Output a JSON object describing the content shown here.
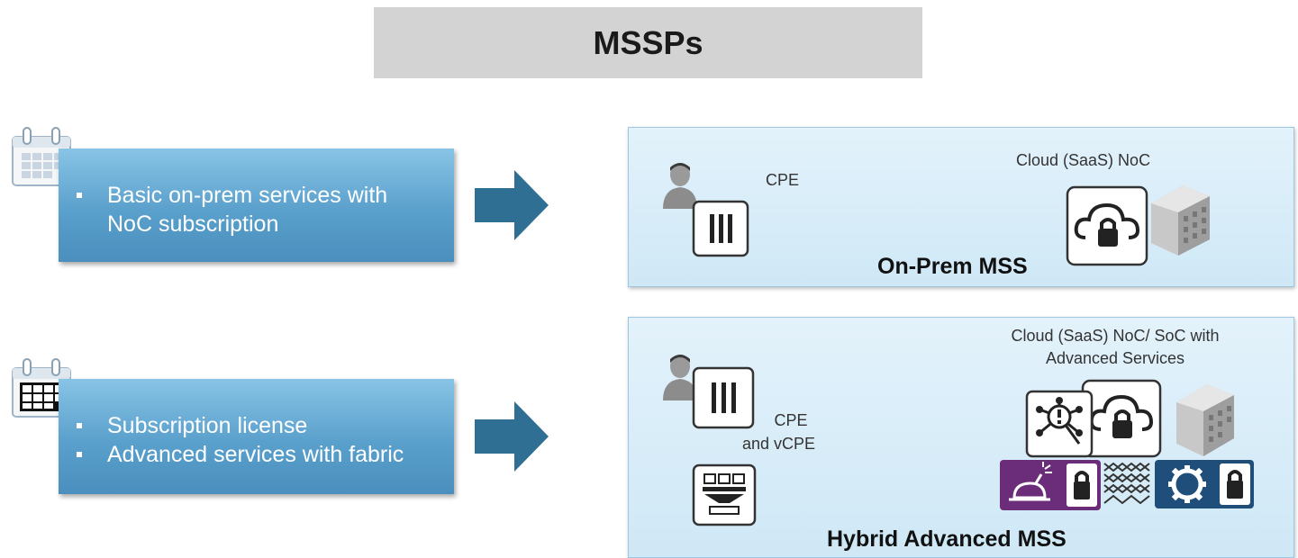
{
  "header": {
    "title": "MSSPs"
  },
  "rows": [
    {
      "bullets": [
        "Basic on-prem services with NoC subscription"
      ]
    },
    {
      "bullets": [
        "Subscription license",
        "Advanced services with fabric"
      ]
    }
  ],
  "on_prem_panel": {
    "cpe_label": "CPE",
    "cloud_label": "Cloud (SaaS) NoC",
    "title": "On-Prem MSS"
  },
  "hybrid_panel": {
    "cpe_label_line1": "CPE",
    "cpe_label_line2": "and vCPE",
    "cloud_label_line1": "Cloud (SaaS) NoC/ SoC with",
    "cloud_label_line2": "Advanced Services",
    "title": "Hybrid Advanced MSS"
  },
  "colors": {
    "box_blue": "#5aa0cc",
    "arrow_blue": "#2f6f94",
    "panel_bg": "#d8edf8",
    "purple_tile": "#6b2d7a",
    "navy_tile": "#1f4e7a"
  },
  "icons": [
    "calendar-icon",
    "arrow-right-icon",
    "person-icon",
    "firewall-appliance-icon",
    "cloud-lock-icon",
    "building-icon",
    "vcpe-appliance-icon",
    "threat-network-icon",
    "bomb-lock-icon",
    "gear-lock-icon",
    "fabric-link-icon"
  ]
}
